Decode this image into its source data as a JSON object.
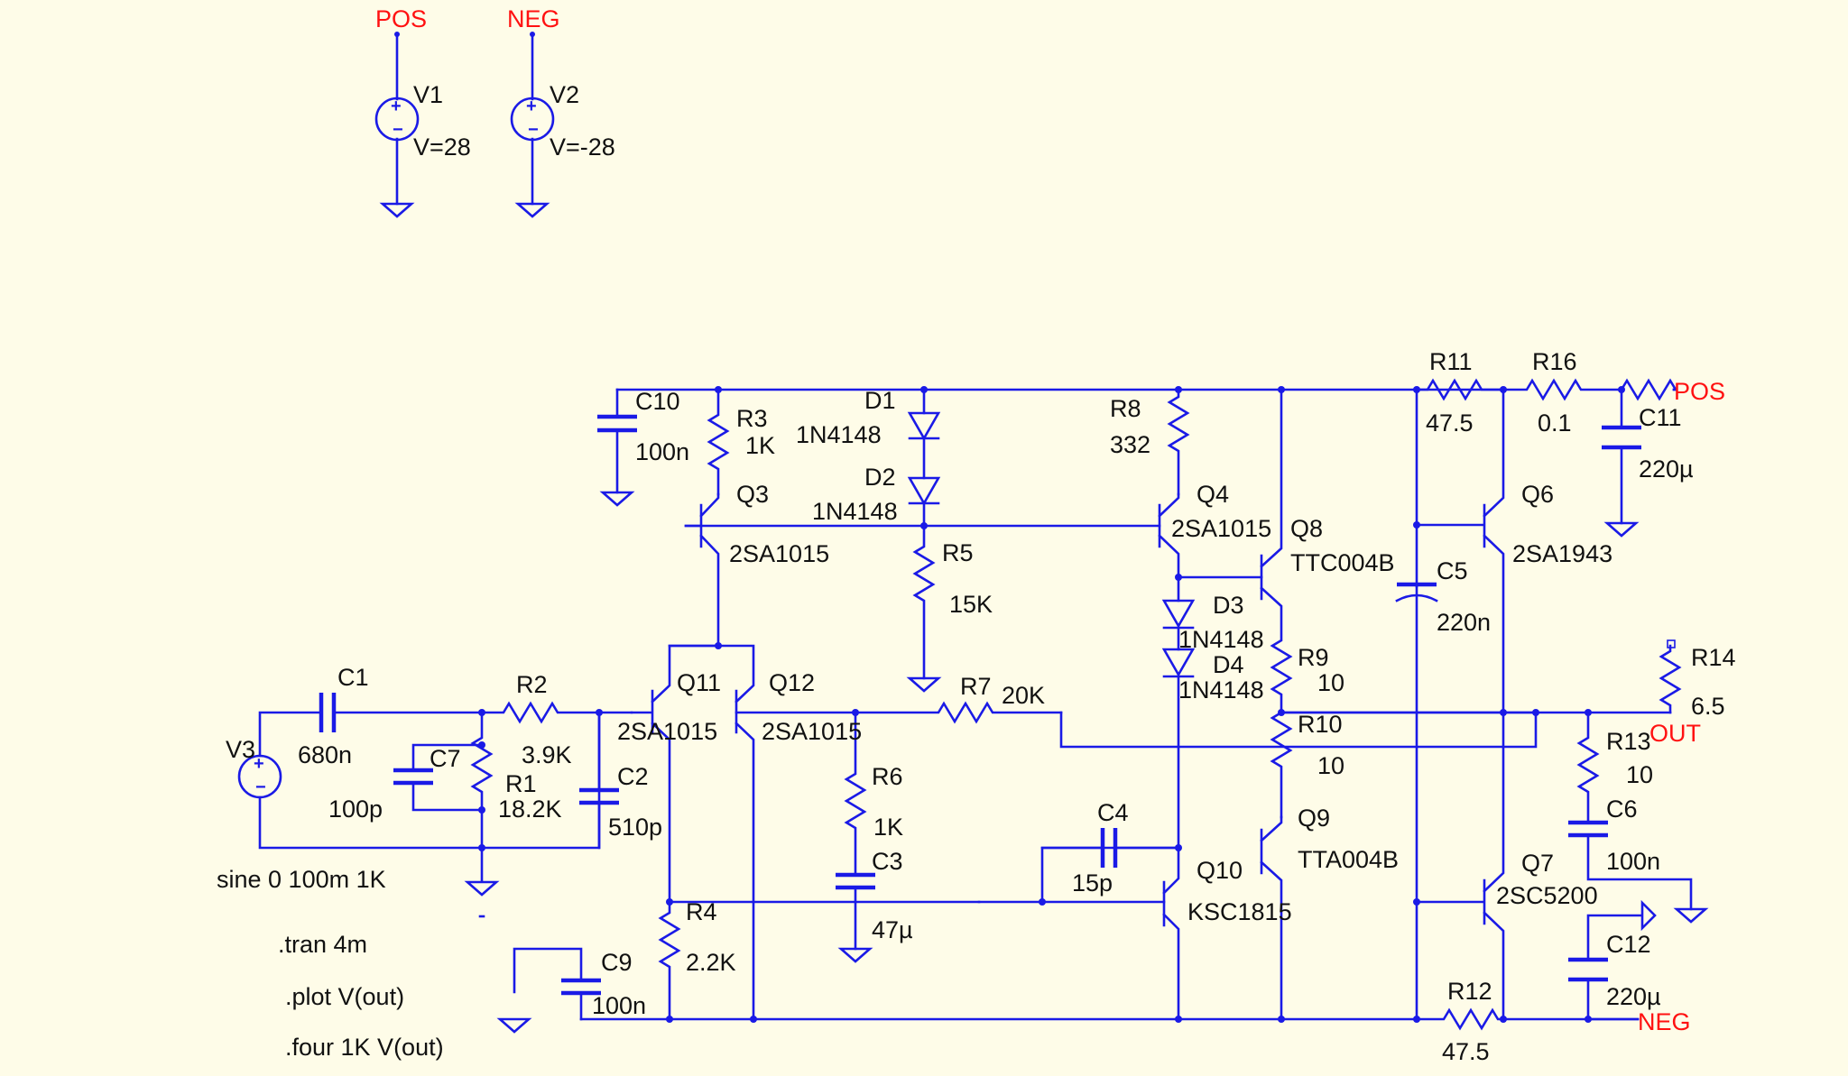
{
  "nets": {
    "pos": "POS",
    "neg": "NEG",
    "out": "OUT"
  },
  "components": {
    "V1": {
      "ref": "V1",
      "value": "V=28"
    },
    "V2": {
      "ref": "V2",
      "value": "V=-28"
    },
    "V3": {
      "ref": "V3",
      "value": "sine 0 100m 1K"
    },
    "C1": {
      "ref": "C1",
      "value": "680n"
    },
    "C2": {
      "ref": "C2",
      "value": "510p"
    },
    "C3": {
      "ref": "C3",
      "value": "47µ"
    },
    "C4": {
      "ref": "C4",
      "value": "15p"
    },
    "C5": {
      "ref": "C5",
      "value": "220n"
    },
    "C6": {
      "ref": "C6",
      "value": "100n"
    },
    "C7": {
      "ref": "C7",
      "value": "100p"
    },
    "C9": {
      "ref": "C9",
      "value": "100n"
    },
    "C10": {
      "ref": "C10",
      "value": "100n"
    },
    "C11": {
      "ref": "C11",
      "value": "220µ"
    },
    "C12": {
      "ref": "C12",
      "value": "220µ"
    },
    "R1": {
      "ref": "R1",
      "value": "18.2K"
    },
    "R2": {
      "ref": "R2",
      "value": "3.9K"
    },
    "R3": {
      "ref": "R3",
      "value": "1K"
    },
    "R4": {
      "ref": "R4",
      "value": "2.2K"
    },
    "R5": {
      "ref": "R5",
      "value": "15K"
    },
    "R6": {
      "ref": "R6",
      "value": "1K"
    },
    "R7": {
      "ref": "R7",
      "value": "20K"
    },
    "R8": {
      "ref": "R8",
      "value": "332"
    },
    "R9": {
      "ref": "R9",
      "value": "10"
    },
    "R10": {
      "ref": "R10",
      "value": "10"
    },
    "R11": {
      "ref": "R11",
      "value": "47.5"
    },
    "R12": {
      "ref": "R12",
      "value": "47.5"
    },
    "R13": {
      "ref": "R13",
      "value": "10"
    },
    "R14": {
      "ref": "R14",
      "value": "6.5"
    },
    "R16": {
      "ref": "R16",
      "value": "0.1"
    },
    "D1": {
      "ref": "D1",
      "value": "1N4148"
    },
    "D2": {
      "ref": "D2",
      "value": "1N4148"
    },
    "D3": {
      "ref": "D3",
      "value": "1N4148"
    },
    "D4": {
      "ref": "D4",
      "value": "1N4148"
    },
    "Q3": {
      "ref": "Q3",
      "value": "2SA1015"
    },
    "Q4": {
      "ref": "Q4",
      "value": "2SA1015"
    },
    "Q6": {
      "ref": "Q6",
      "value": "2SA1943"
    },
    "Q7": {
      "ref": "Q7",
      "value": "2SC5200"
    },
    "Q8": {
      "ref": "Q8",
      "value": "TTC004B"
    },
    "Q9": {
      "ref": "Q9",
      "value": "TTA004B"
    },
    "Q10": {
      "ref": "Q10",
      "value": "KSC1815"
    },
    "Q11": {
      "ref": "Q11",
      "value": "2SA1015"
    },
    "Q12": {
      "ref": "Q12",
      "value": "2SA1015"
    }
  },
  "directives": {
    "tran": ".tran 4m",
    "plot": ".plot V(out)",
    "four": ".four 1K V(out)"
  },
  "colors": {
    "wire": "#1a1ae6",
    "net_label": "#ff1111",
    "background": "#fefce8",
    "text": "#111111"
  }
}
